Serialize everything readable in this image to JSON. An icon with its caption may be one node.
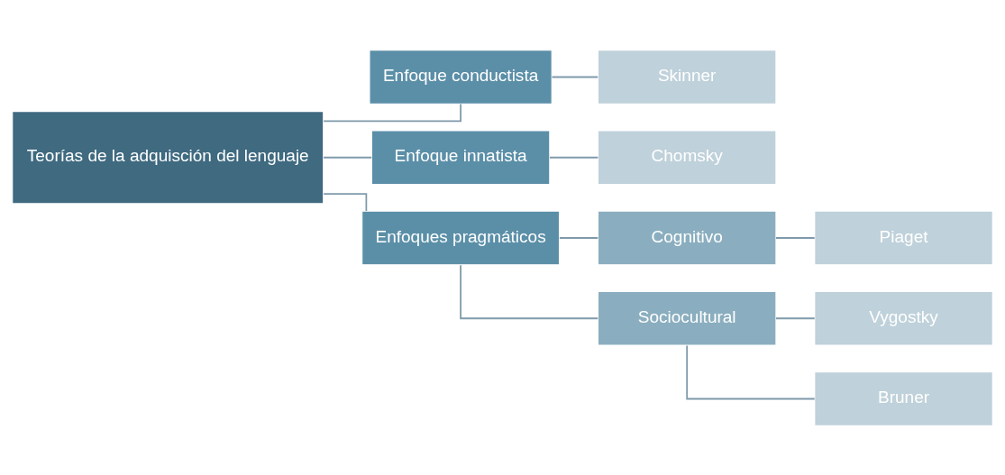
{
  "diagram": {
    "nodes": [
      {
        "text": [
          "Teorías de la adquisción del lenguaje"
        ]
      },
      {
        "text": [
          "Enfoque conductista"
        ]
      },
      {
        "text": [
          "Enfoque innatista"
        ]
      },
      {
        "text": [
          "Enfoques pragmáticos"
        ]
      },
      {
        "text": [
          "Skinner"
        ]
      },
      {
        "text": [
          "Chomsky"
        ]
      },
      {
        "text": [
          "Cognitivo"
        ]
      },
      {
        "text": [
          "Sociocultural"
        ]
      },
      {
        "text": [
          "Piaget"
        ]
      },
      {
        "text": [
          "Vygostky"
        ]
      },
      {
        "text": [
          "Bruner"
        ]
      }
    ],
    "edges": [
      {
        "from": 0,
        "to": 1,
        "arrow": "none"
      },
      {
        "from": 0,
        "to": 2,
        "arrow": "none"
      },
      {
        "from": 0,
        "to": 3,
        "arrow": "none"
      },
      {
        "from": 1,
        "to": 4,
        "arrow": "none"
      },
      {
        "from": 2,
        "to": 5,
        "arrow": "none"
      },
      {
        "from": 3,
        "to": 6,
        "arrow": "none"
      },
      {
        "from": 3,
        "to": 7,
        "arrow": "none"
      },
      {
        "from": 6,
        "to": 8,
        "arrow": "none"
      },
      {
        "from": 7,
        "to": 9,
        "arrow": "none"
      },
      {
        "from": 7,
        "to": 10,
        "arrow": "none"
      }
    ]
  }
}
